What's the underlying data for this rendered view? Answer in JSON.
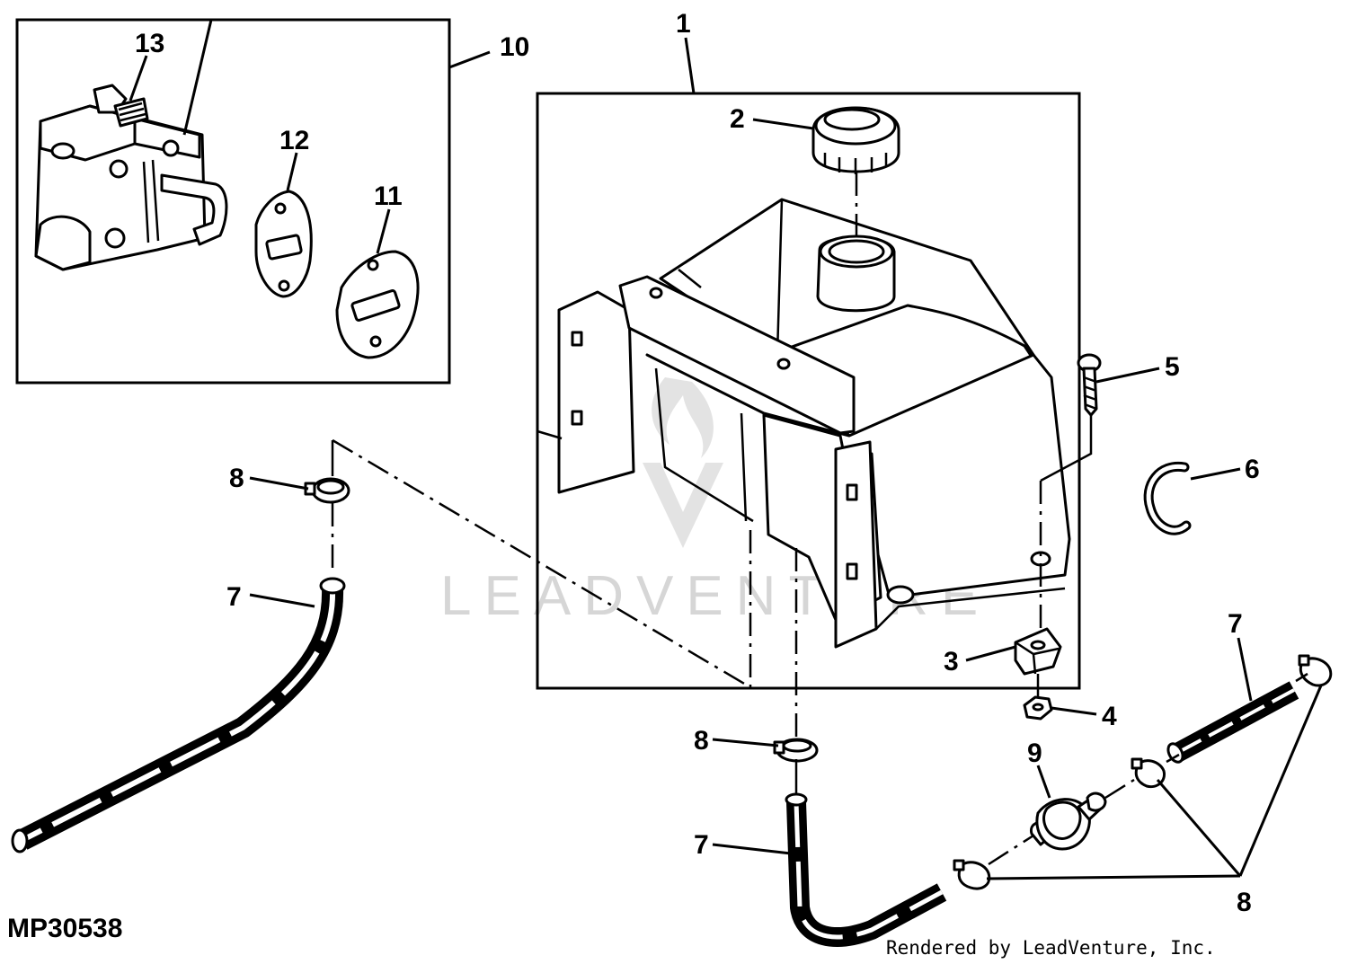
{
  "diagram_code": "MP30538",
  "credit": "Rendered by LeadVenture, Inc.",
  "watermark": "LEADVENTURE",
  "callouts": {
    "fuel_tank": "1",
    "fuel_cap": "2",
    "grommet": "3",
    "nut": "4",
    "screw": "5",
    "retaining_clip": "6",
    "fuel_line_left": "7",
    "fuel_line_mid": "7",
    "fuel_line_right": "7",
    "clamp_left": "8",
    "clamp_mid": "8",
    "clamps_group": "8",
    "fuel_filter": "9",
    "fuel_pump_assembly": "10",
    "gasket_11": "11",
    "gasket_12": "12",
    "pump_fitting": "13"
  }
}
